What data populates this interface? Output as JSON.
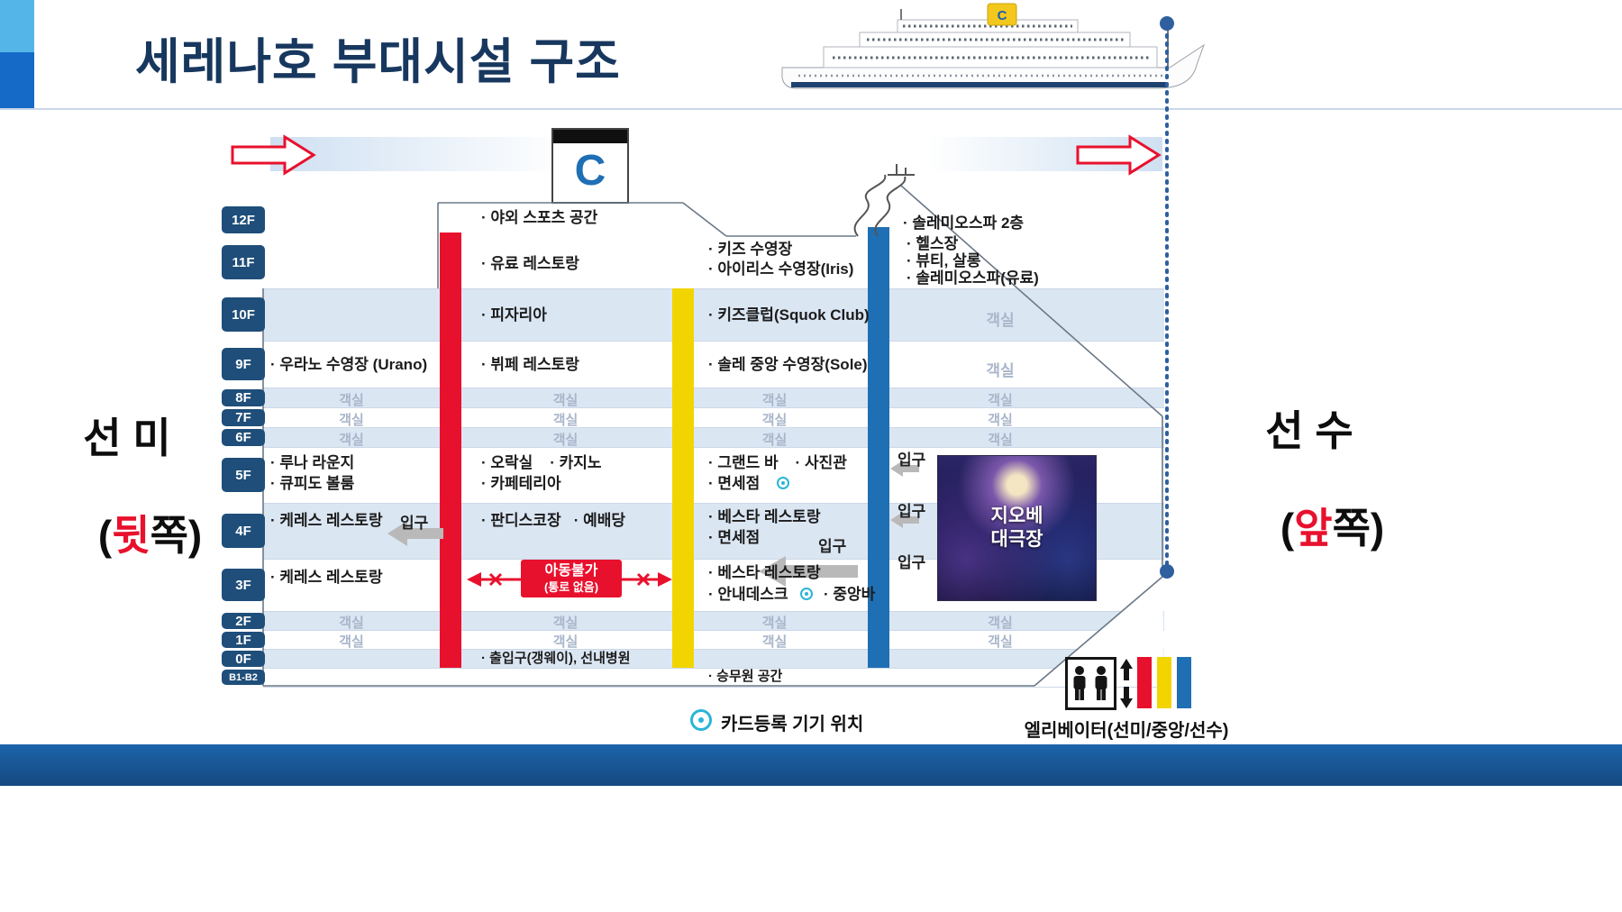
{
  "page": {
    "title": "세레나호 부대시설 구조"
  },
  "direction": {
    "stern_title": "선 미",
    "stern_pre": "(",
    "stern_red": "뒷",
    "stern_post": "쪽)",
    "bow_title": "선 수",
    "bow_pre": "(",
    "bow_red": "앞",
    "bow_post": "쪽)"
  },
  "funnel_letter": "C",
  "floors": [
    {
      "label": "12F",
      "b": "· 야외 스포츠 공간",
      "d1": "· 솔레미오스파 2층"
    },
    {
      "label": "11F",
      "b": "· 유료 레스토랑",
      "c1": "· 키즈 수영장",
      "c2": "· 아이리스 수영장(Iris)",
      "d1": "· 헬스장",
      "d2": "· 뷰티, 살롱",
      "d3": "· 솔레미오스파(유료)"
    },
    {
      "label": "10F",
      "b": "· 피자리아",
      "c1": "· 키즈클럽(Squok Club)",
      "d": "객실"
    },
    {
      "label": "9F",
      "a": "· 우라노 수영장 (Urano)",
      "b": "· 뷔페 레스토랑",
      "c1": "· 솔레 중앙 수영장(Sole)",
      "d": "객실"
    },
    {
      "label": "8F",
      "a": "객실",
      "b": "객실",
      "c": "객실",
      "d": "객실"
    },
    {
      "label": "7F",
      "a": "객실",
      "b": "객실",
      "c": "객실",
      "d": "객실"
    },
    {
      "label": "6F",
      "a": "객실",
      "b": "객실",
      "c": "객실",
      "d": "객실"
    },
    {
      "label": "5F",
      "a1": "· 루나 라운지",
      "a2": "· 큐피도 볼룸",
      "b1": "· 오락실    · 카지노",
      "b2": "· 카페테리아",
      "c1": "· 그랜드 바    · 사진관",
      "c2": "· 면세점"
    },
    {
      "label": "4F",
      "a": "· 케레스 레스토랑",
      "b1": "· 판디스코장   · 예배당",
      "c1": "· 베스타 레스토랑",
      "c2": "· 면세점"
    },
    {
      "label": "3F",
      "a": "· 케레스 레스토랑",
      "c1": "· 베스타 레스토랑",
      "c2a": "· 안내데스크",
      "c2b": "· 중앙바"
    },
    {
      "label": "2F",
      "a": "객실",
      "b": "객실",
      "c": "객실",
      "d": "객실"
    },
    {
      "label": "1F",
      "a": "객실",
      "b": "객실",
      "c": "객실",
      "d": "객실"
    },
    {
      "label": "0F",
      "b": "· 출입구(갱웨이), 선내병원"
    },
    {
      "label": "B1-B2",
      "c1": "· 승무원 공간"
    }
  ],
  "entrance_label": "입구",
  "no_pass": {
    "line1": "아동불가",
    "line2": "(통로 없음)"
  },
  "theater": {
    "line1": "지오베",
    "line2": "대극장"
  },
  "legend": {
    "card_text": "카드등록 기기 위치",
    "elevator_text": "엘리베이터(선미/중앙/선수)"
  },
  "colors": {
    "red_bar": "#e8112d",
    "yellow_bar": "#f2d500",
    "blue_bar": "#1f6fb5",
    "accent_navy": "#17375e"
  }
}
